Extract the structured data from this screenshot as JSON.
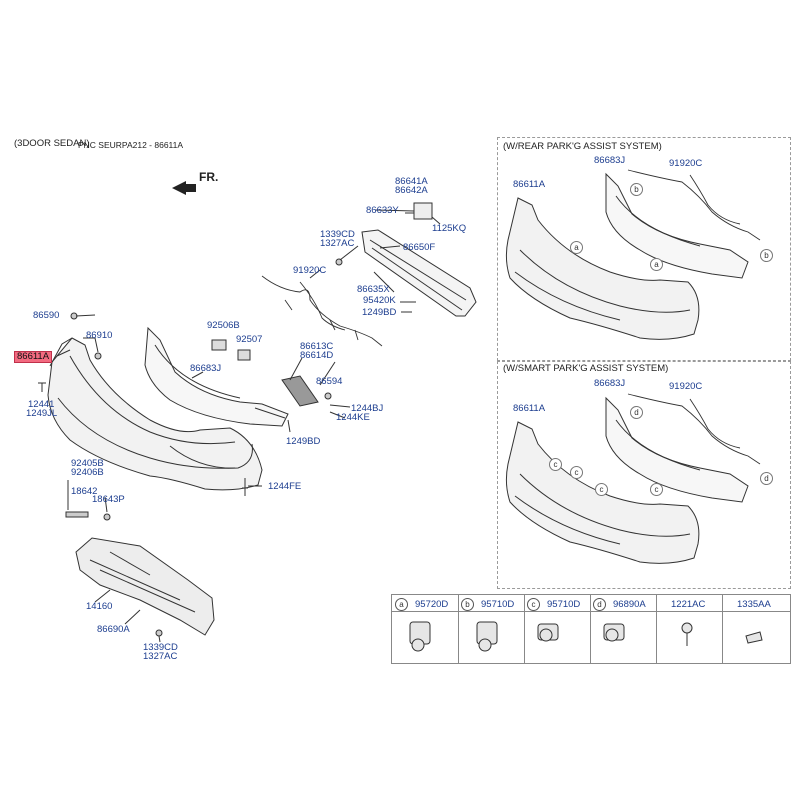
{
  "header": {
    "variant": "(3DOOR SEDAN)",
    "code": "PNC SEURPA212 - 86611A",
    "direction": "FR."
  },
  "labels": {
    "p86641A": "86641A",
    "p86642A": "86642A",
    "p86633Y": "86633Y",
    "p1125KQ": "1125KQ",
    "p1339CD": "1339CD",
    "p1327AC": "1327AC",
    "p86650F": "86650F",
    "p91920C": "91920C",
    "p86635X": "86635X",
    "p95420K": "95420K",
    "p1249BD": "1249BD",
    "p86590": "86590",
    "p86910": "86910",
    "p92506B": "92506B",
    "p92507": "92507",
    "p86611A": "86611A",
    "p86683J": "86683J",
    "p86613C": "86613C",
    "p86614D": "86614D",
    "p86594": "86594",
    "p12441": "12441",
    "p1249JL": "1249JL",
    "p1244BJ": "1244BJ",
    "p1244KE": "1244KE",
    "p1249BD2": "1249BD",
    "p92405B": "92405B",
    "p92406B": "92406B",
    "p18642": "18642",
    "p18643P": "18643P",
    "p1244FE": "1244FE",
    "p14160": "14160",
    "p86690A": "86690A",
    "p1339CD2": "1339CD",
    "p1327AC2": "1327AC"
  },
  "rear_box": {
    "title": "(W/REAR PARK'G ASSIST SYSTEM)",
    "p86683J": "86683J",
    "p91920C": "91920C",
    "p86611A": "86611A",
    "c1": "b",
    "c2": "a",
    "c3": "a",
    "c4": "b"
  },
  "smart_box": {
    "title": "(W/SMART PARK'G ASSIST SYSTEM)",
    "p86683J": "86683J",
    "p91920C": "91920C",
    "p86611A": "86611A",
    "c1": "d",
    "c2": "c",
    "c3": "c",
    "c4": "c",
    "c5": "c",
    "c6": "d"
  },
  "legend": [
    {
      "letter": "a",
      "part": "95720D"
    },
    {
      "letter": "b",
      "part": "95710D"
    },
    {
      "letter": "c",
      "part": "95710D"
    },
    {
      "letter": "d",
      "part": "96890A"
    },
    {
      "letter": "",
      "part": "1221AC"
    },
    {
      "letter": "",
      "part": "1335AA"
    }
  ]
}
